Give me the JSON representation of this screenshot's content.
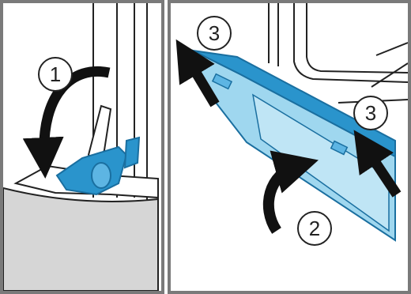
{
  "panels": [
    {
      "callouts": [
        {
          "label": "1"
        }
      ]
    },
    {
      "callouts": [
        {
          "label": "3"
        },
        {
          "label": "3"
        },
        {
          "label": "2"
        }
      ]
    }
  ],
  "colors": {
    "frame": "#7a7a7a",
    "part_fill": "#9fd7ef",
    "part_dark": "#2a94cc",
    "part_edge": "#1a6fa0",
    "floor": "#d6d6d6",
    "arrow": "#111111"
  },
  "icons": [
    "circled-number",
    "curved-arrow",
    "straight-arrow"
  ]
}
